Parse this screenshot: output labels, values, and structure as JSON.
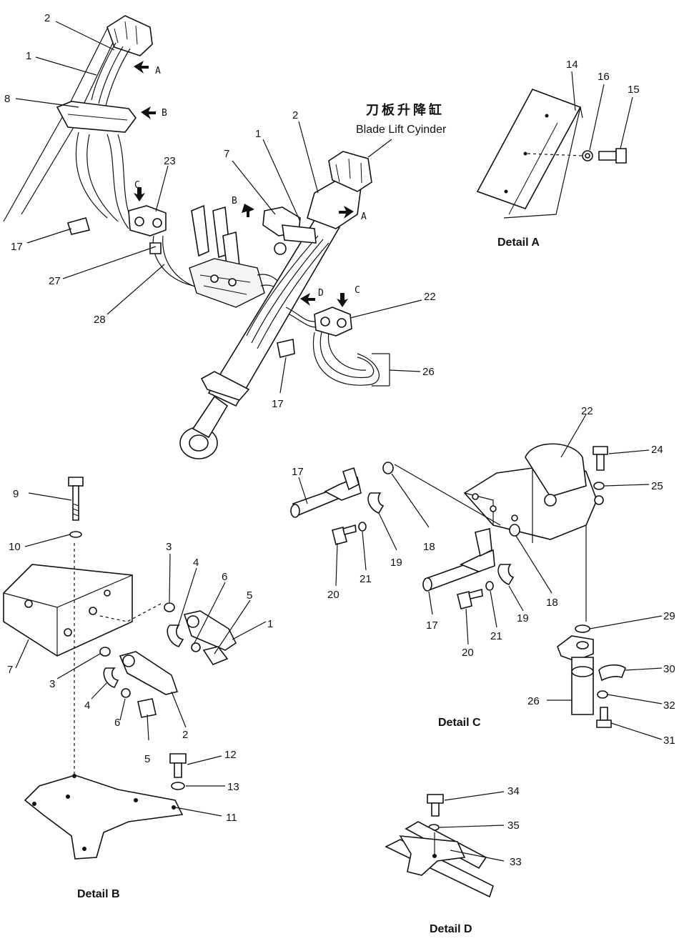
{
  "title": {
    "chinese": "刀板升降缸",
    "english": "Blade Lift Cyinder"
  },
  "details": {
    "a": "Detail A",
    "b": "Detail B",
    "c": "Detail C",
    "d": "Detail D"
  },
  "view_arrows": {
    "left_a": "A",
    "left_b": "B",
    "left_c": "C",
    "right_a": "A",
    "right_b": "B",
    "right_c": "C",
    "right_d": "D"
  },
  "callouts": {
    "main_left": [
      "2",
      "1",
      "8",
      "23",
      "17",
      "27",
      "28"
    ],
    "main_right": [
      "2",
      "1",
      "7",
      "22",
      "17",
      "26"
    ],
    "detail_a": [
      "14",
      "16",
      "15"
    ],
    "detail_b": [
      "9",
      "10",
      "3",
      "4",
      "6",
      "5",
      "1",
      "7",
      "3",
      "4",
      "6",
      "5",
      "2",
      "12",
      "13",
      "11"
    ],
    "detail_c": [
      "17",
      "18",
      "19",
      "20",
      "21",
      "22",
      "24",
      "25",
      "18",
      "19",
      "17",
      "20",
      "21",
      "29",
      "30",
      "26",
      "32",
      "31"
    ],
    "detail_d": [
      "34",
      "35",
      "33"
    ]
  }
}
